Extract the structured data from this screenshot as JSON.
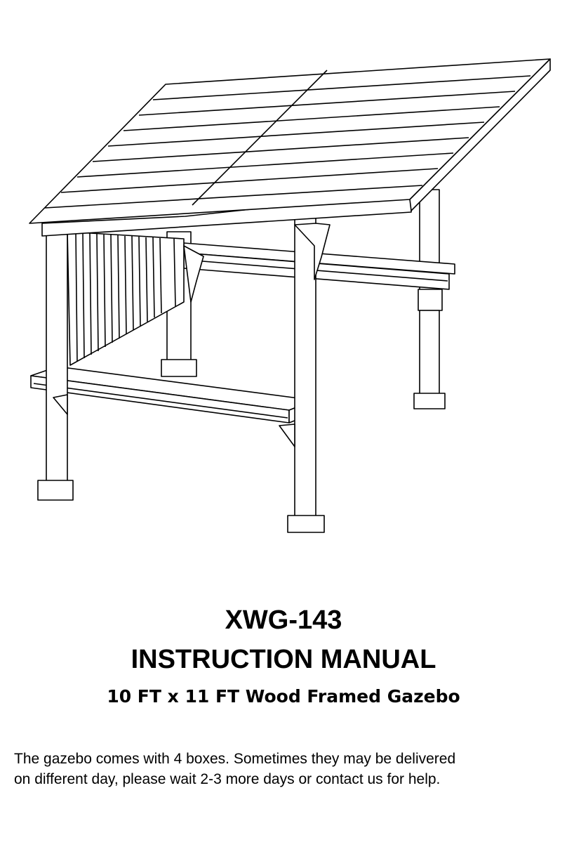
{
  "document": {
    "model": "XWG-143",
    "title": "INSTRUCTION MANUAL",
    "subtitle": "10 FT x 11 FT Wood Framed Gazebo",
    "note_lines": [
      "The gazebo comes with 4 boxes. Sometimes they may be delivered",
      "on different day, please wait 2-3 more days or contact us for help."
    ]
  },
  "illustration": {
    "subject": "gazebo-line-drawing",
    "stroke_color": "#000000",
    "fill_color": "#ffffff"
  }
}
